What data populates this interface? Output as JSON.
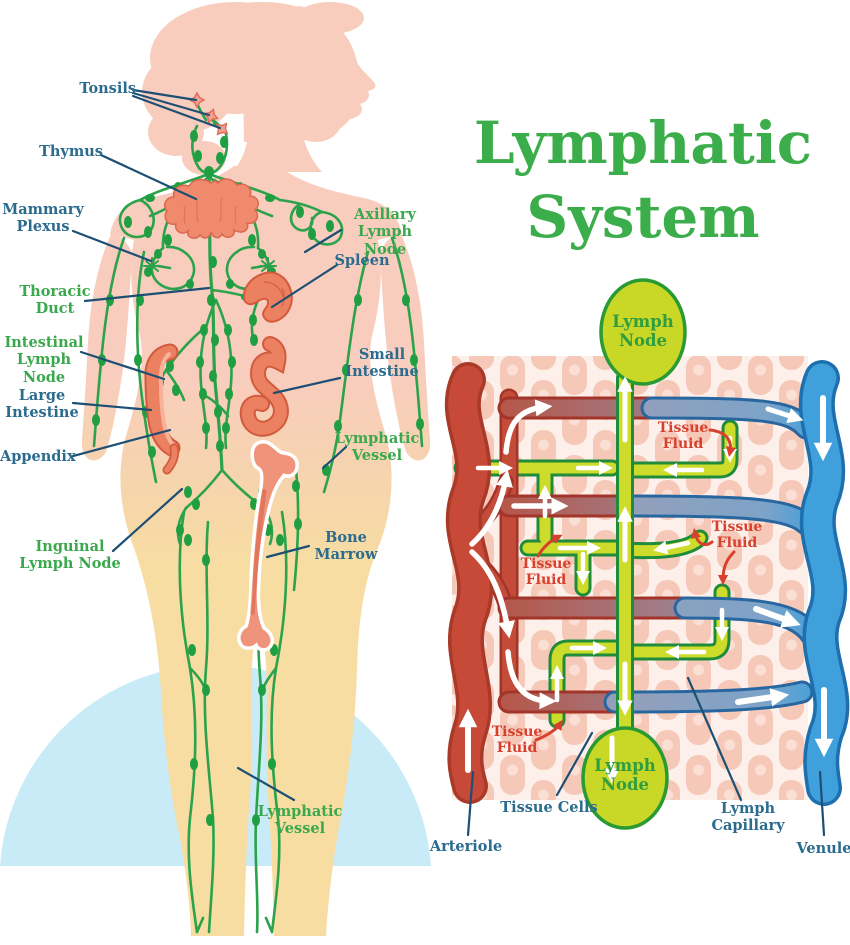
{
  "title": "Lymphatic System",
  "body_labels": {
    "tonsils": "Tonsils",
    "thymus": "Thymus",
    "mammary_plexus": "Mammary Plexus",
    "thoracic_duct": "Thoracic Duct",
    "intestinal_lymph_node": "Intestinal Lymph Node",
    "large_intestine": "Large Intestine",
    "appendix": "Appendix",
    "inguinal_lymph_node": "Inguinal Lymph Node",
    "axillary_lymph_node": "Axillary Lymph Node",
    "spleen": "Spleen",
    "small_intestine": "Small Intestine",
    "lymphatic_vessel": "Lymphatic Vessel",
    "bone_marrow": "Bone Marrow",
    "lymphatic_vessel_leg": "Lymphatic Vessel"
  },
  "capillary_diagram": {
    "lymph_node_top": "Lymph Node",
    "lymph_node_bottom": "Lymph Node",
    "tissue_fluid": "Tissue Fluid",
    "tissue_cells": "Tissue Cells",
    "lymph_capillary": "Lymph Capillary",
    "arteriole": "Arteriole",
    "venule": "Venule"
  },
  "colors": {
    "title_green": "#3bad4a",
    "label_green": "#3aa84c",
    "label_blue": "#2b6b8e",
    "label_red": "#d7402d",
    "pointer_blue": "#1d4f74",
    "lymph_vessel_green": "#2ba24b",
    "lymph_node_green": "#1f9e42",
    "skin_pink": "#f8cdbd",
    "skin_yellow": "#f7dda2",
    "backdrop_blue": "#c9ebf7",
    "organ_salmon": "#ec8161",
    "arteriole_red": "#c74937",
    "venule_blue": "#3fa0dc",
    "capillary_yellow": "#cddc2b",
    "capillary_border": "#1f8c3b",
    "tissue_cell_pink": "#f6c8b8"
  }
}
